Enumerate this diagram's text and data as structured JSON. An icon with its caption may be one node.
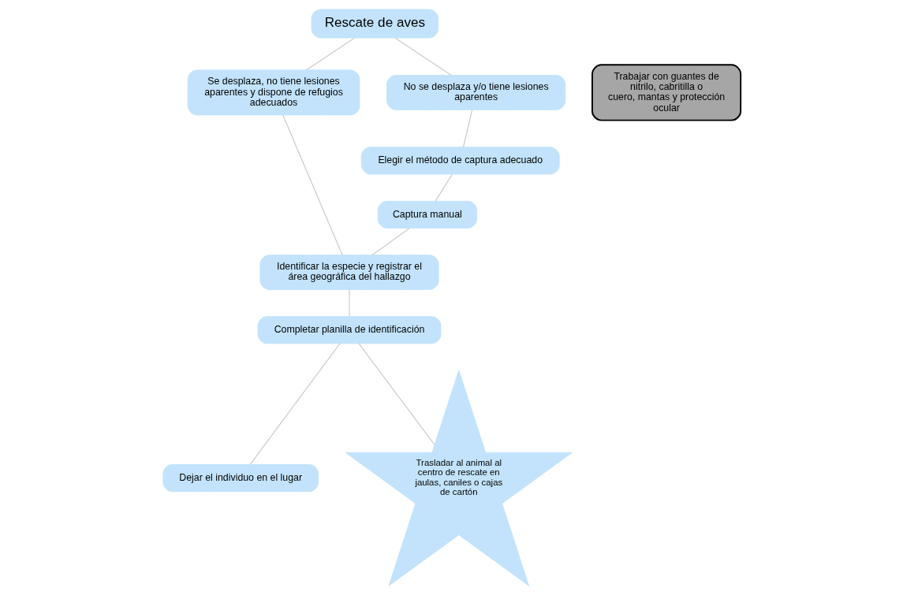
{
  "diagram": {
    "nodes": [
      {
        "text": [
          "Rescate de aves"
        ]
      },
      {
        "text": [
          "Se desplaza, no tiene lesiones aparentes y dispone de refugios adecuados"
        ]
      },
      {
        "text": [
          "Trabajar con guantes de nitrilo, cabritilla o cuero, mantas y protección ocular"
        ]
      },
      {
        "text": [
          "No se desplaza y/o tiene lesiones aparentes"
        ]
      },
      {
        "text": [
          "Elegir el método de captura adecuado"
        ]
      },
      {
        "text": [
          "Captura manual"
        ]
      },
      {
        "text": [
          "Identificar la especie y registrar el área geográfica del hallazgo"
        ]
      },
      {
        "text": [
          "Dejar el individuo en el lugar"
        ]
      },
      {
        "text": [
          "Completar planilla de identificación"
        ]
      },
      {
        "text": [
          "Trasladar al animal al centro de rescate en jaulas, caniles o cajas de cartón"
        ]
      }
    ],
    "edges": [
      {
        "from": 0,
        "to": 1,
        "arrow": "none"
      },
      {
        "from": 0,
        "to": 3,
        "arrow": "none"
      },
      {
        "from": 3,
        "to": 4,
        "arrow": "none"
      },
      {
        "from": 4,
        "to": 5,
        "arrow": "none"
      },
      {
        "from": 1,
        "to": 6,
        "arrow": "none"
      },
      {
        "from": 5,
        "to": 6,
        "arrow": "none"
      },
      {
        "from": 6,
        "to": 8,
        "arrow": "none"
      },
      {
        "from": 8,
        "to": 7,
        "arrow": "none"
      },
      {
        "from": 8,
        "to": 9,
        "arrow": "none"
      }
    ]
  }
}
